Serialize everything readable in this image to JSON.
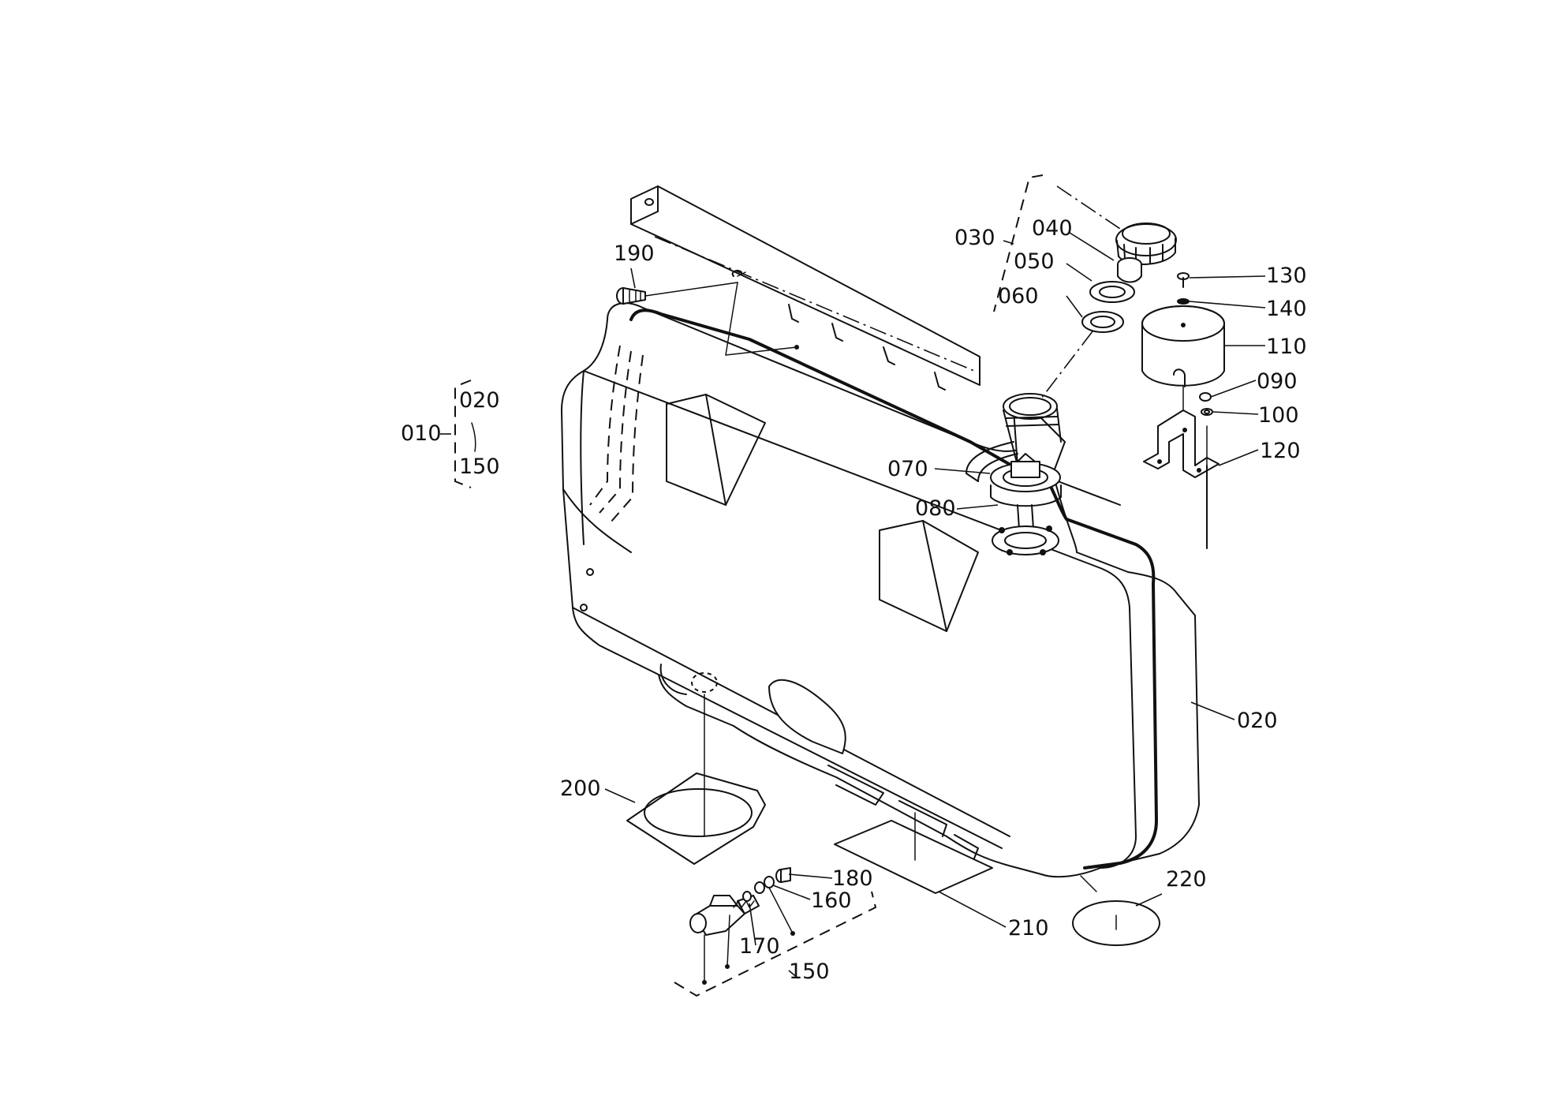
{
  "labels": {
    "p010": "010",
    "p020_range": "020",
    "p150_range": "150",
    "p030": "030",
    "p040": "040",
    "p050": "050",
    "p060": "060",
    "p070": "070",
    "p080": "080",
    "p090": "090",
    "p100": "100",
    "p110": "110",
    "p120": "120",
    "p130": "130",
    "p140": "140",
    "p150": "150",
    "p160": "160",
    "p170": "170",
    "p180": "180",
    "p190": "190",
    "p200": "200",
    "p210": "210",
    "p220": "220",
    "p020": "020"
  }
}
